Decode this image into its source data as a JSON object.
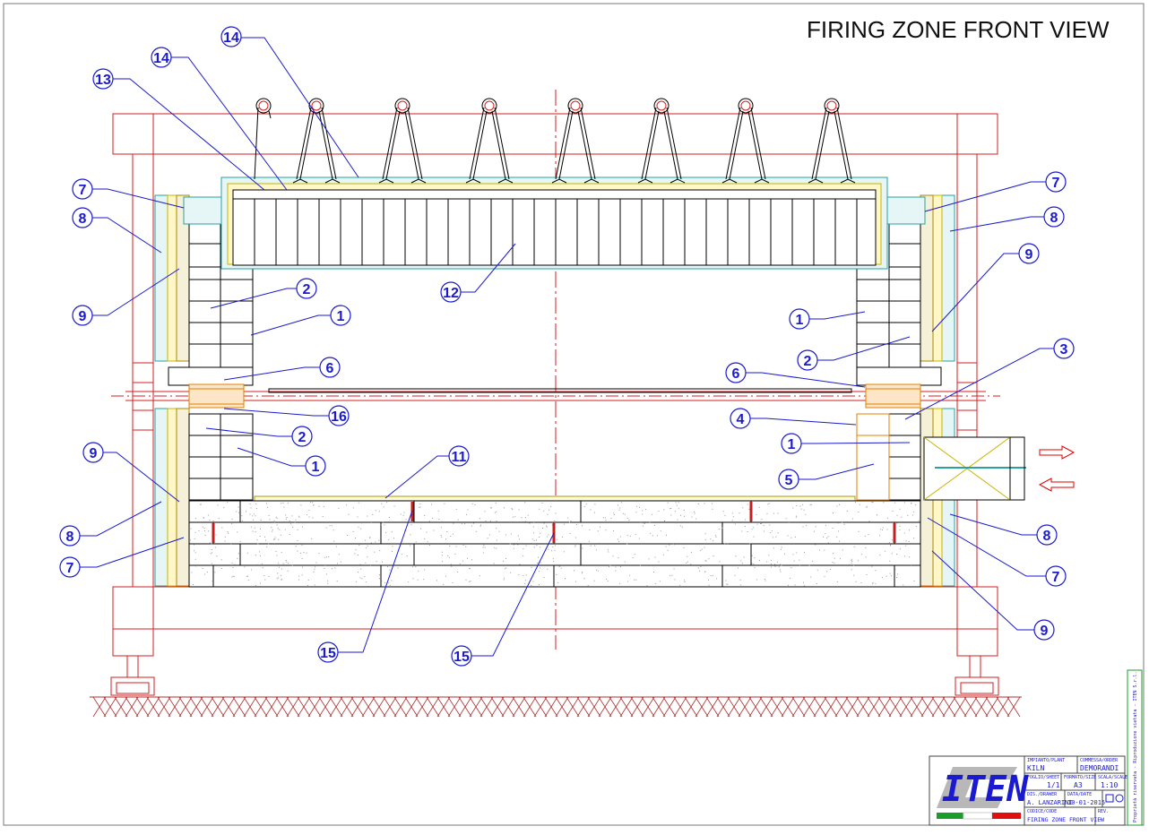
{
  "drawing": {
    "title": "FIRING ZONE FRONT VIEW",
    "callouts": [
      "1",
      "2",
      "3",
      "4",
      "5",
      "6",
      "7",
      "8",
      "9",
      "11",
      "12",
      "13",
      "14",
      "15",
      "16"
    ]
  },
  "title_block": {
    "company": "ITEN",
    "plant_label": "IMPIANTO/PLANT",
    "plant_value": "KILN",
    "order_label": "COMMESSA/ORDER",
    "order_value": "DEMORANDI",
    "sheet_label": "FOGLIO/SHEET",
    "sheet_value": "1/1",
    "format_label": "FORMATO/SIZE",
    "format_value": "A3",
    "scale_label": "SCALA/SCALE",
    "scale_value": "1:10",
    "drawn_label": "DIS./DRAWER",
    "drawn_value": "A. LANZARINI",
    "date_label": "DATA/DATE",
    "date_value": "10-01-2015",
    "code_label": "CODICE/CODE",
    "code_value": "FIRING ZONE FRONT VIEW",
    "rev_label": "REV.",
    "rev_value": "-",
    "side_note": "Proprietà riservata - Riproduzione vietata - ITEN S.r.l."
  },
  "colors": {
    "frame": "#d31f1f",
    "annotation": "#1a1ad0",
    "insulation_green": "#2aa0a0",
    "insulation_yellow": "#c8b400",
    "brick": "#000000",
    "duct": "#e0a000"
  }
}
